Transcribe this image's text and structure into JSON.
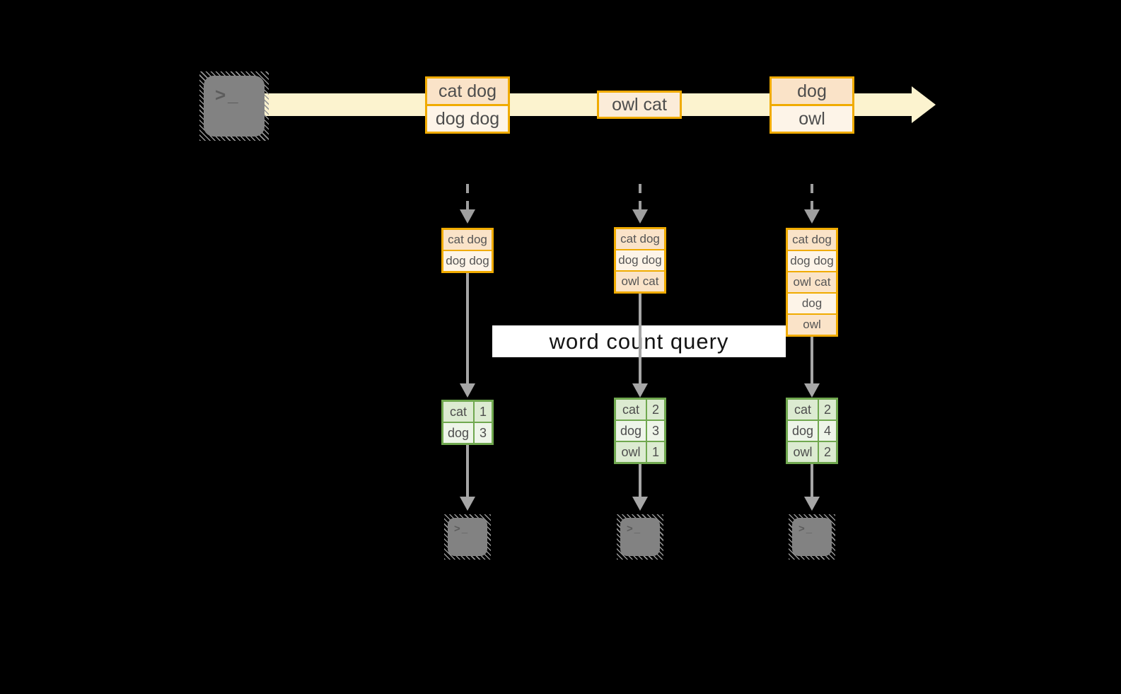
{
  "icons": {
    "terminal_prompt": ">_"
  },
  "colors": {
    "background": "#000000",
    "stream_arrow": "#fcf3cf",
    "record_border": "#f0ab00",
    "record_fill_dark": "#fae3c8",
    "record_fill_light": "#fdf4e8",
    "record_fill_mid": "#fbecd9",
    "table_border": "#70a84f",
    "table_fill_dark": "#dcebd1",
    "table_fill_light": "#eef5e9",
    "flow_arrow": "#a6a6a6",
    "terminal_gray": "#828282",
    "label_background": "#ffffff"
  },
  "query_label": "word count query",
  "stream": {
    "records": [
      {
        "cells": [
          "cat dog",
          "dog dog"
        ]
      },
      {
        "cells": [
          "owl cat"
        ]
      },
      {
        "cells": [
          "dog",
          "owl"
        ]
      }
    ]
  },
  "pipelines": [
    {
      "buffer": [
        "cat dog",
        "dog dog"
      ],
      "counts": [
        {
          "word": "cat",
          "count": "1"
        },
        {
          "word": "dog",
          "count": "3"
        }
      ]
    },
    {
      "buffer": [
        "cat dog",
        "dog dog",
        "owl cat"
      ],
      "counts": [
        {
          "word": "cat",
          "count": "2"
        },
        {
          "word": "dog",
          "count": "3"
        },
        {
          "word": "owl",
          "count": "1"
        }
      ]
    },
    {
      "buffer": [
        "cat dog",
        "dog dog",
        "owl cat",
        "dog",
        "owl"
      ],
      "counts": [
        {
          "word": "cat",
          "count": "2"
        },
        {
          "word": "dog",
          "count": "4"
        },
        {
          "word": "owl",
          "count": "2"
        }
      ]
    }
  ]
}
